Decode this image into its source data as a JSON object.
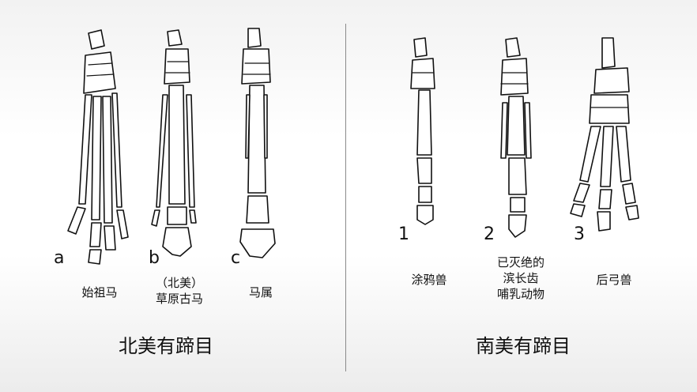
{
  "north_america": {
    "items": [
      {
        "letter": "a",
        "caption_lines": [
          "始祖马"
        ]
      },
      {
        "letter": "b",
        "caption_lines": [
          "（北美）",
          "草原古马"
        ]
      },
      {
        "letter": "c",
        "caption_lines": [
          "马属"
        ]
      }
    ],
    "group_label": "北美有蹄目"
  },
  "south_america": {
    "items": [
      {
        "letter": "1",
        "caption_lines": [
          "涂鸦兽"
        ]
      },
      {
        "letter": "2",
        "caption_lines": [
          "已灭绝的",
          "滨长齿",
          "哺乳动物"
        ]
      },
      {
        "letter": "3",
        "caption_lines": [
          "后弓兽"
        ]
      }
    ],
    "group_label": "南美有蹄目"
  }
}
